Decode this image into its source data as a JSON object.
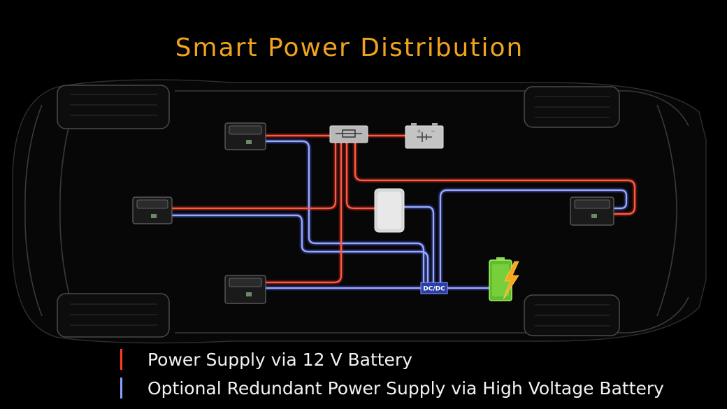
{
  "title": "Smart Power Distribution",
  "dcdc_label": "DC/DC",
  "legend": [
    {
      "label": "Power Supply via 12 V Battery",
      "color": "#ff3b2a"
    },
    {
      "label": "Optional Redundant Power Supply via High Voltage Battery",
      "color": "#8fa0ff"
    }
  ],
  "colors": {
    "title": "#f0a41e",
    "wire_12v": "#ff5a44",
    "wire_hv": "#9aa8ff",
    "battery_hv": "#7dd63a"
  },
  "icons": [
    "ecu-module-icon",
    "fuse-box-icon",
    "12v-battery-icon",
    "control-unit-icon",
    "dcdc-converter-icon",
    "hv-battery-icon"
  ]
}
